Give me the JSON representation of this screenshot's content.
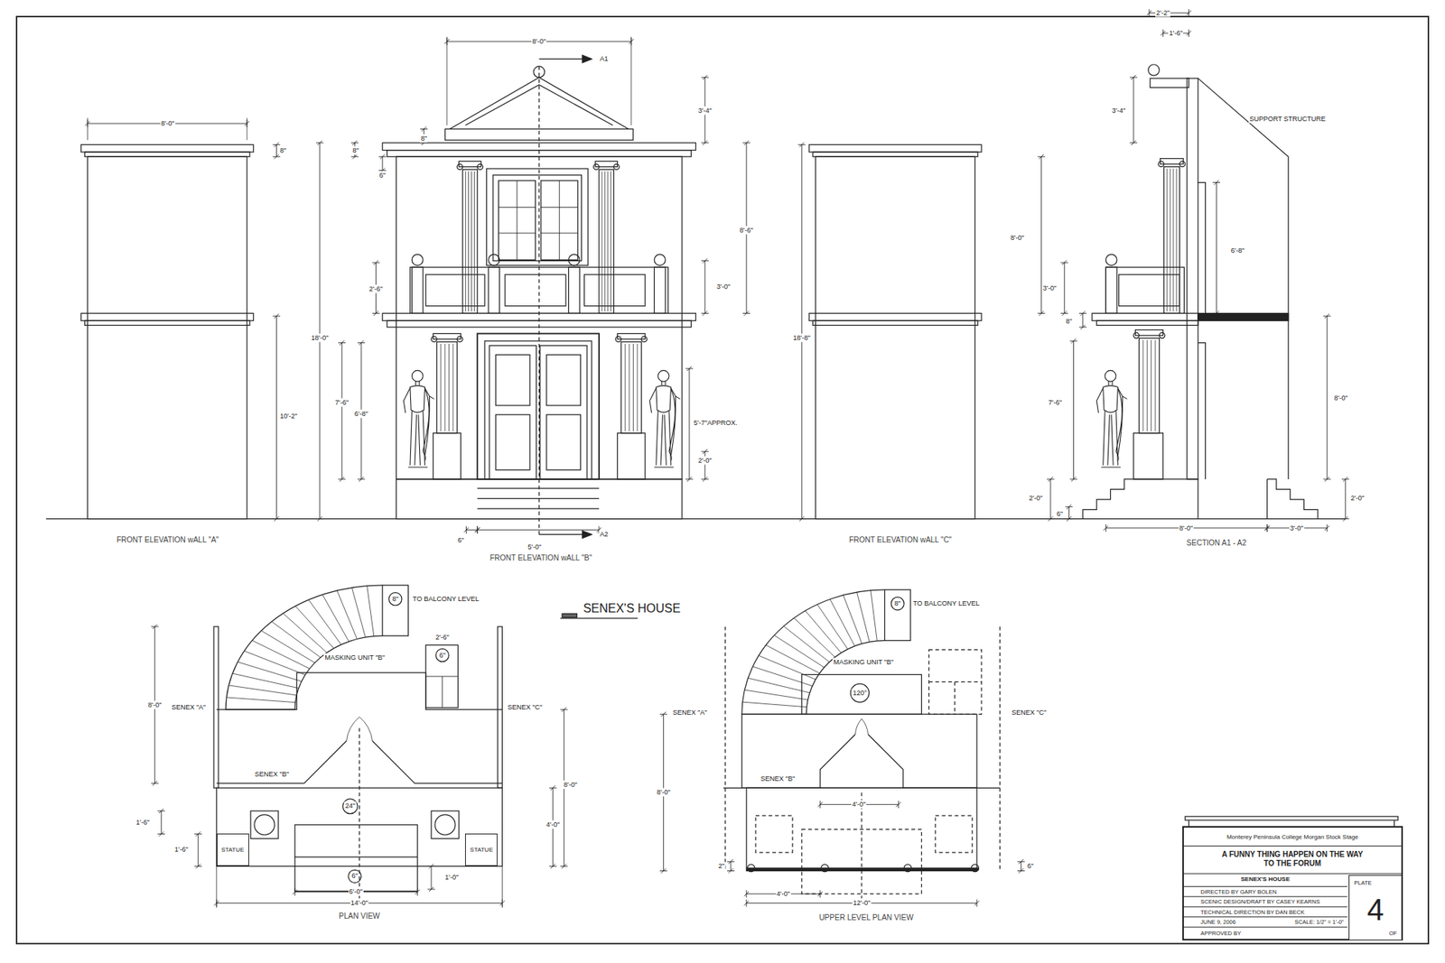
{
  "diagram": {
    "title": "SENEX'S HOUSE",
    "nodes": [
      {
        "text": [
          "Monterey Peninsula College Morgan Stock Stage",
          "A FUNNY THING HAPPEN ON THE WAY TO THE FORUM",
          "SENEX'S HOUSE",
          "DIRECTED BY GARY BOLEN",
          "SCENIC DESIGN/DRAFT  BY CASEY KEARNS",
          "TECHNICAL DIRECTION BY DAN BECK",
          "JUNE 9, 2006",
          "SCALE: 1/2\" = 1'-0\"",
          "APPROVED BY"
        ]
      },
      {
        "text": [
          "PLATE",
          "4",
          "OF"
        ],
        "in": 0
      },
      {
        "text": [
          "STATUE"
        ]
      },
      {
        "text": [
          "STATUE"
        ]
      }
    ],
    "labels": [
      "8'-0\"",
      "8\"",
      "10'-2\"",
      "FRONT ELEVATION wALL \"A\"",
      "8'-0\"",
      "A1",
      "3'-4\"",
      "8\"",
      "8\"",
      "6\"",
      "18'-0\"",
      "8'-6\"",
      "3'-0\"",
      "2'-6\"",
      "7'-6\"",
      "6'-8\"",
      "5'-7\"APPROX.",
      "2'-0\"",
      "6\"",
      "5'-0\"",
      "A2",
      "FRONT ELEVATION wALL \"B\"",
      "18'-8\"",
      "FRONT ELEVATION wALL \"C\"",
      "2'-2\"",
      "1'-6\"",
      "3'-4\"",
      "SUPPORT STRUCTURE",
      "8'-0\"",
      "6'-8\"",
      "3'-0\"",
      "8\"",
      "8'-0\"",
      "7'-6\"",
      "2'-0\"",
      "6\"",
      "2'-0\"",
      "8'-0\"",
      "3'-0\"",
      "SECTION A1 - A2",
      "8\"",
      "TO BALCONY LEVEL",
      "MASKING UNIT \"B\"",
      "2'-6\"",
      "6\"",
      "8'-0\"",
      "SENEX \"A\"",
      "SENEX \"C\"",
      "SENEX \"B\"",
      "24\"",
      "8'-0\"",
      "4'-0\"",
      "1'-6\"",
      "1'-6\"",
      "6\"",
      "1'-0\"",
      "6'-0\"",
      "14'-0\"",
      "PLAN VIEW",
      "8\"",
      "TO BALCONY LEVEL",
      "MASKING UNIT \"B\"",
      "SENEX \"A\"",
      "SENEX \"C\"",
      "8'-0\"",
      "120°",
      "SENEX \"B\"",
      "4'-0\"",
      "2\"",
      "6\"",
      "4'-0\"",
      "12'-0\"",
      "UPPER LEVEL PLAN VIEW"
    ]
  }
}
